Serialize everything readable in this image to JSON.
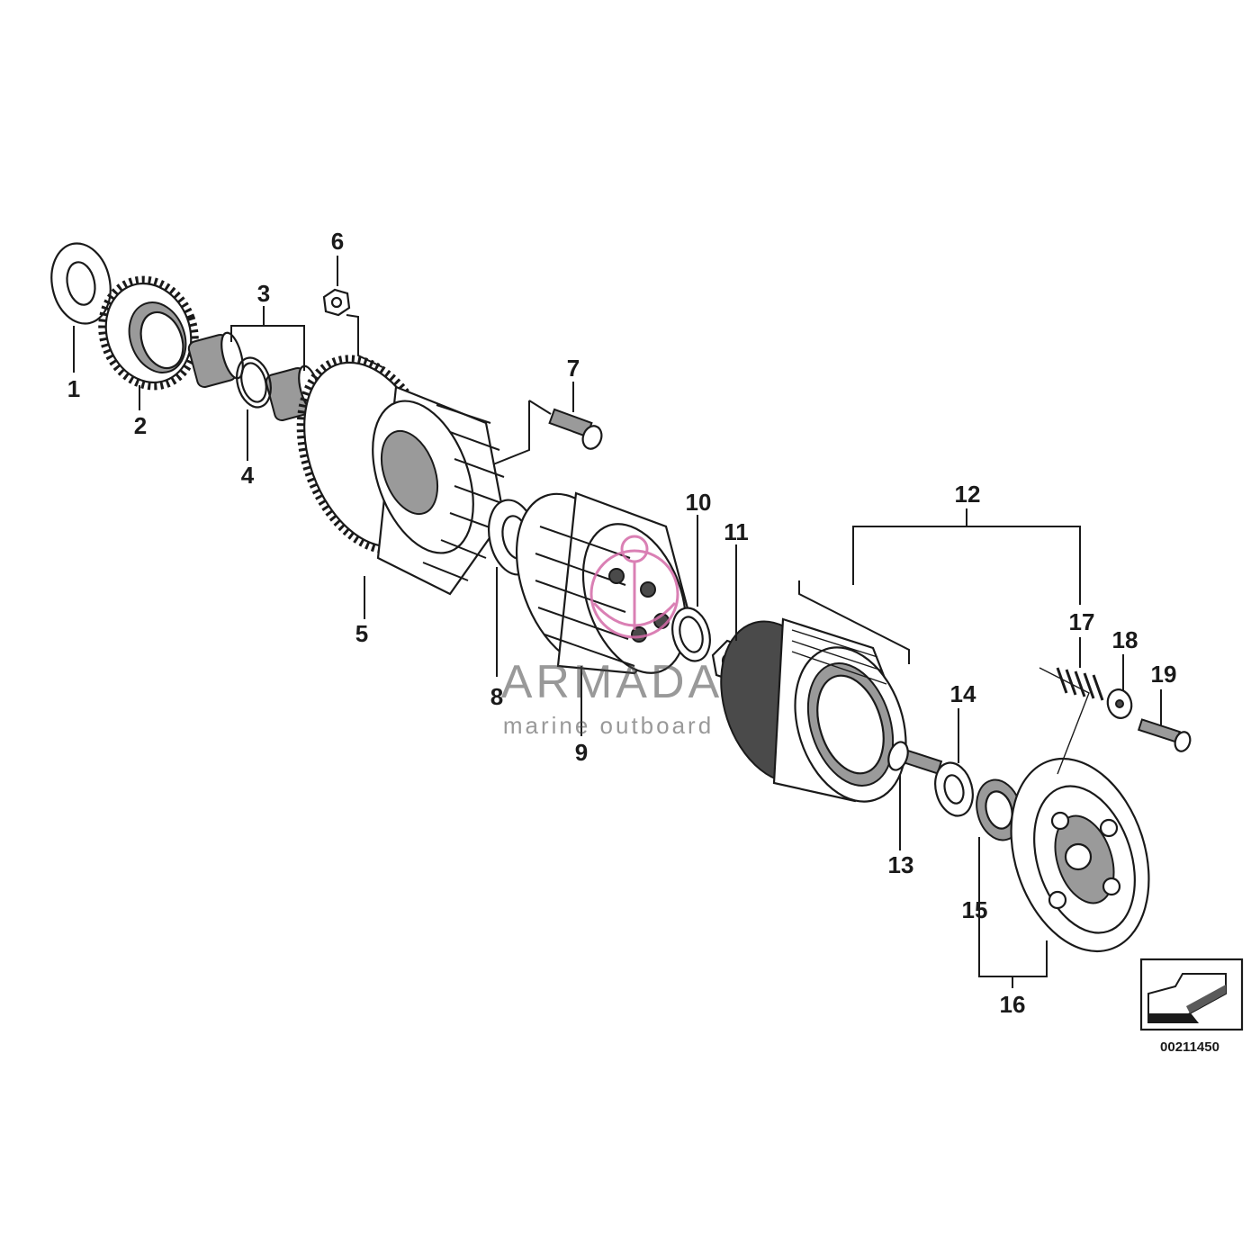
{
  "diagram": {
    "reference_code": "00211450",
    "callouts": [
      "1",
      "2",
      "3",
      "4",
      "5",
      "6",
      "7",
      "8",
      "9",
      "10",
      "11",
      "12",
      "13",
      "14",
      "15",
      "16",
      "17",
      "18",
      "19"
    ]
  },
  "watermark": {
    "brand": "ARMADA",
    "tagline": "marine outboard",
    "accent_color": "#d46ba8"
  },
  "icons": {
    "direction_arrow": "arrow-icon"
  }
}
